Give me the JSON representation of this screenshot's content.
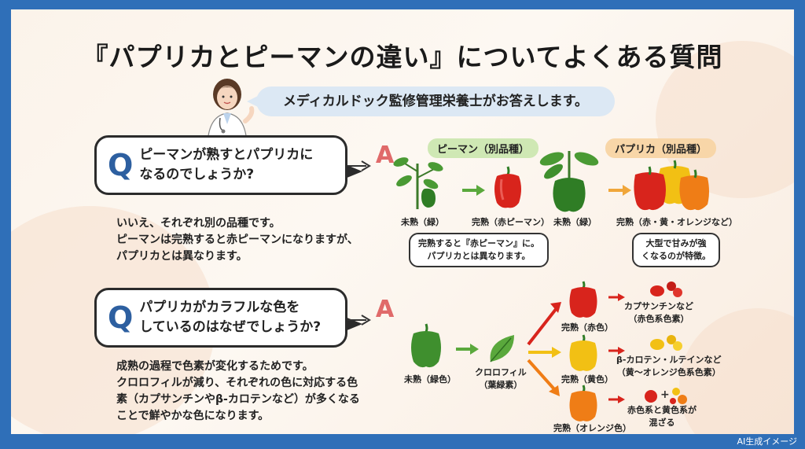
{
  "title": "『パプリカとピーマンの違い』についてよくある質問",
  "header_bubble": "メディカルドック監修管理栄養士がお答えします。",
  "q_letter": "Q",
  "a_letter": "A",
  "faq1": {
    "question_line1": "ピーマンが熟すとパプリカに",
    "question_line2": "なるのでしょうか?",
    "answer_line1": "いいえ、それぞれ別の品種です。",
    "answer_line2": "ピーマンは完熟すると赤ピーマンになりますが、",
    "answer_line3": "パプリカとは異なります。",
    "piman_tag": "ピーマン（別品種）",
    "paprika_tag": "パプリカ（別品種）",
    "piman_unripe": "未熟（緑）",
    "piman_ripe": "完熟（赤ピーマン）",
    "paprika_unripe": "未熟（緑）",
    "paprika_ripe": "完熟（赤・黄・オレンジなど）",
    "piman_note_line1": "完熟すると『赤ピーマン』に。",
    "piman_note_line2": "パプリカとは異なります。",
    "paprika_note_line1": "大型で甘みが強",
    "paprika_note_line2": "くなるのが特徴。"
  },
  "faq2": {
    "question_line1": "パプリカがカラフルな色を",
    "question_line2": "しているのはなぜでしょうか?",
    "answer_line1": "成熟の過程で色素が変化するためです。",
    "answer_line2": "クロロフィルが減り、それぞれの色に対応する色",
    "answer_line3": "素（カプサンチンやβ-カロテンなど）が多くなる",
    "answer_line4": "ことで鮮やかな色になります。",
    "unripe_label": "未熟（緑色）",
    "chlorophyll_line1": "クロロフィル",
    "chlorophyll_line2": "（葉緑素）",
    "red_label": "完熟（赤色）",
    "yellow_label": "完熟（黄色）",
    "orange_label": "完熟（オレンジ色）",
    "red_pigment_line1": "カプサンチンなど",
    "red_pigment_line2": "（赤色系色素）",
    "yellow_pigment_line1": "β-カロテン・ルテインなど",
    "yellow_pigment_line2": "（黄〜オレンジ色系色素）",
    "mix_line1": "赤色系と黄色系が",
    "mix_line2": "混ざる"
  },
  "footer": "AI生成イメージ",
  "colors": {
    "border_blue": "#2f6fb8",
    "q_blue": "#2d5fa0",
    "a_red": "#e06a6a",
    "green_pepper": "#3f8f2e",
    "red_pepper": "#d8241c",
    "yellow_pepper": "#f2c014",
    "orange_pepper": "#ef7d16"
  }
}
